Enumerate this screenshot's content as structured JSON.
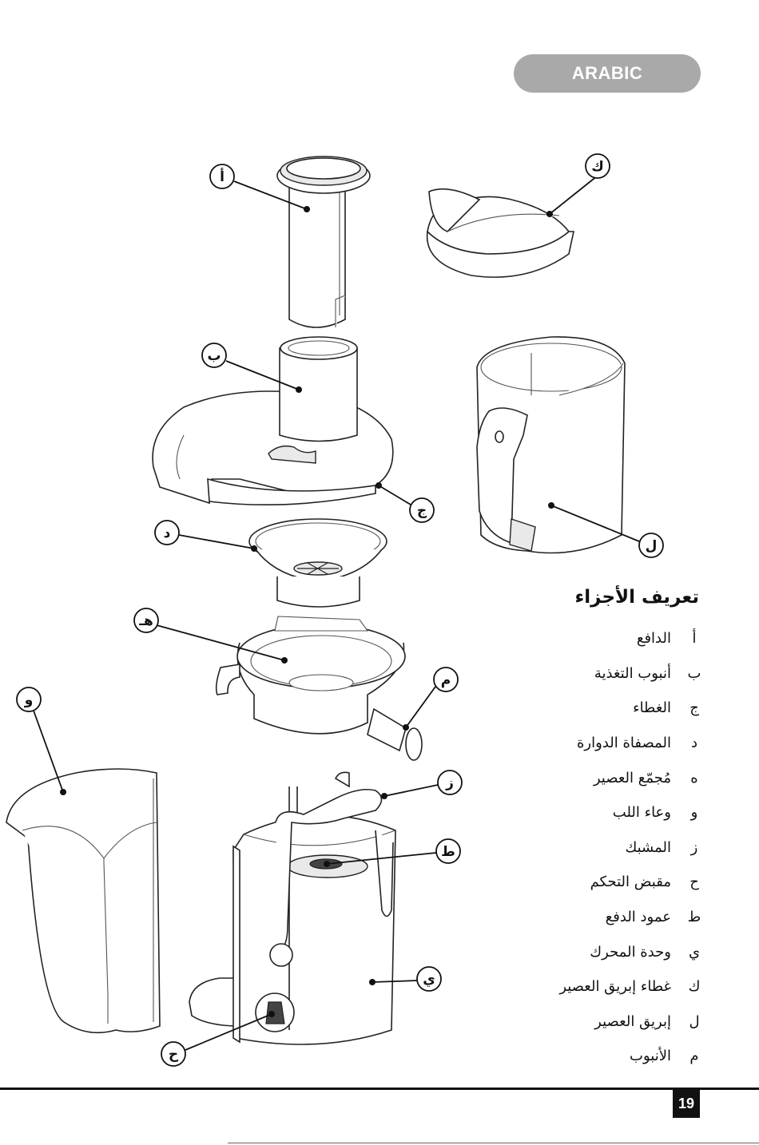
{
  "header": {
    "language": "ARABIC"
  },
  "callouts": {
    "a": "أ",
    "b": "ب",
    "j": "ج",
    "d": "د",
    "h": "هـ",
    "w": "و",
    "m": "م",
    "z": "ز",
    "t": "ط",
    "y": "ي",
    "kh": "ح",
    "k": "ك",
    "l": "ل"
  },
  "parts": {
    "title": "تعريف الأجزاء",
    "items": [
      {
        "letter": "أ",
        "name": "الدافع"
      },
      {
        "letter": "ب",
        "name": "أنبوب التغذية"
      },
      {
        "letter": "ج",
        "name": "الغطاء"
      },
      {
        "letter": "د",
        "name": "المصفاة الدوارة"
      },
      {
        "letter": "ه",
        "name": "مُجمّع العصير"
      },
      {
        "letter": "و",
        "name": "وعاء اللب"
      },
      {
        "letter": "ز",
        "name": "المشبك"
      },
      {
        "letter": "ح",
        "name": "مقبض التحكم"
      },
      {
        "letter": "ط",
        "name": "عمود الدفع"
      },
      {
        "letter": "ي",
        "name": "وحدة المحرك"
      },
      {
        "letter": "ك",
        "name": "غطاء إبريق العصير"
      },
      {
        "letter": "ل",
        "name": "إبريق العصير"
      },
      {
        "letter": "م",
        "name": "الأنبوب"
      }
    ]
  },
  "footer": {
    "page_number": "19"
  }
}
